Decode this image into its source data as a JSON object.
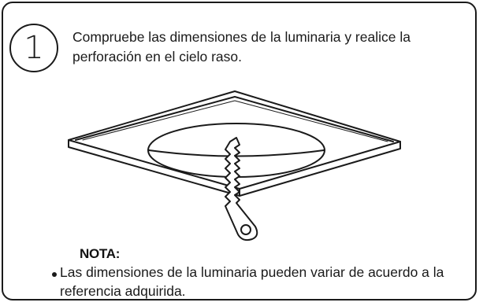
{
  "step": {
    "number": "1",
    "instruction": "Compruebe las dimensiones de la luminaria y realice la perforación en el cielo raso."
  },
  "illustration": {
    "parts": [
      "ceiling-panel",
      "circular-hole",
      "saw-tool"
    ]
  },
  "note": {
    "title": "NOTA:",
    "items": [
      "Las dimensiones de la luminaria pueden variar de acuerdo a la referencia adquirida."
    ]
  }
}
